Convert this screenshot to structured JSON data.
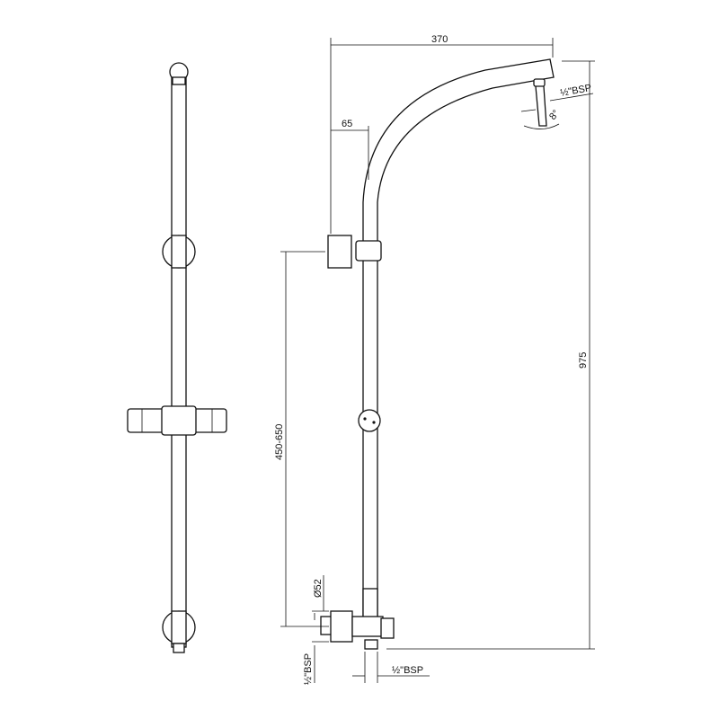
{
  "dimensions": {
    "arm_reach": "370",
    "arm_offset": "65",
    "total_height": "975",
    "bracket_range": "450-650",
    "diameter": "Ø52",
    "head_thread": "½\"BSP",
    "inlet_thread": "½\"BSP",
    "outlet_thread": "½\"BSP",
    "head_angle": "8°"
  },
  "colors": {
    "line": "#111111",
    "background": "#ffffff"
  }
}
